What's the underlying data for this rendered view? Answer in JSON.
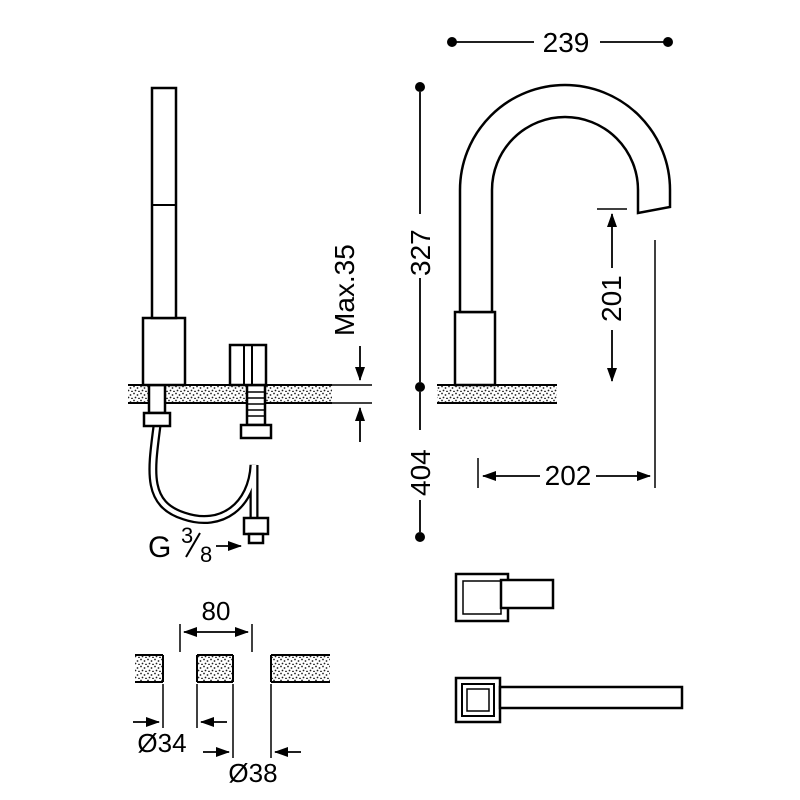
{
  "diagram": {
    "labels": {
      "reach_top": "239",
      "height_above": "327",
      "height_below": "404",
      "spout_height": "201",
      "spout_reach": "202",
      "deck_thickness": "Max.35",
      "thread_g": "G",
      "thread_num": "3",
      "thread_den": "8",
      "hole_spacing": "80",
      "hole_small": "Ø34",
      "hole_large": "Ø38"
    }
  }
}
